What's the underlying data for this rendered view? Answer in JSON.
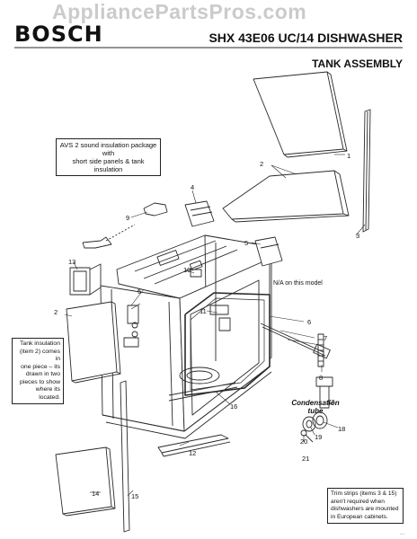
{
  "header": {
    "watermark": "AppliancePartsPros.com",
    "brand": "BOSCH",
    "model_title": "SHX 43E06 UC/14 DISHWASHER",
    "section_title": "TANK ASSEMBLY"
  },
  "notes": {
    "avs": [
      "AVS 2 sound insulation package with",
      "short side panels & tank insulation"
    ],
    "tank_insulation": [
      "Tank insulation",
      "(item 2) comes in",
      "one piece – its",
      "drawn in two",
      "pieces to show",
      "where its located."
    ],
    "trim_strips": [
      "Trim strips (items 3 & 15)",
      "aren't required when",
      "dishwashers are mounted",
      "in European cabinets."
    ],
    "na_model": "N/A on this model",
    "condensation": [
      "Condensation",
      "tube"
    ]
  },
  "callouts": [
    "1",
    "2",
    "2",
    "3",
    "4",
    "5",
    "5",
    "6",
    "7",
    "8",
    "9",
    "10",
    "11",
    "12",
    "13",
    "14",
    "15",
    "16",
    "17",
    "18",
    "19",
    "20",
    "21"
  ],
  "colors": {
    "line": "#2a2a2a",
    "watermark": "#8c8c8c"
  },
  "footer_mark": "..."
}
